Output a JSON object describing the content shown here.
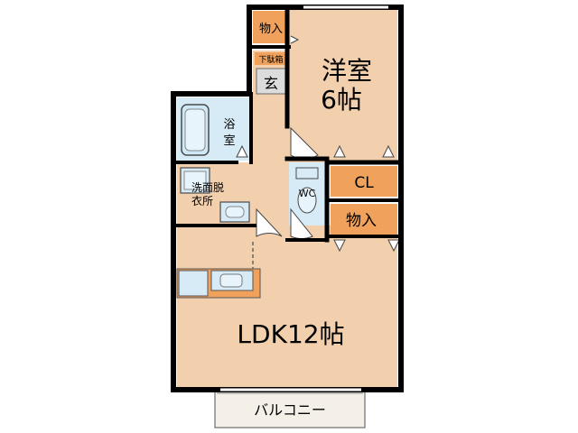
{
  "rooms": {
    "western": {
      "name": "洋室",
      "size": "6帖"
    },
    "storage_top": {
      "label": "物入"
    },
    "shoe_box": {
      "label": "下駄箱"
    },
    "genkan": {
      "label": "玄"
    },
    "bath": {
      "label_1": "浴",
      "label_2": "室"
    },
    "washroom": {
      "label_1": "洗面脱",
      "label_2": "衣所"
    },
    "wc": {
      "label": "WC"
    },
    "closet": {
      "label": "CL"
    },
    "storage_mid": {
      "label": "物入"
    },
    "ldk": {
      "label": "LDK12帖"
    },
    "balcony": {
      "label": "バルコニー"
    }
  },
  "colors": {
    "floor": "#f2cfad",
    "storage": "#f0a25c",
    "wet": "#d7ebf6",
    "wall": "#000000",
    "balcony": "#f4f0e8"
  }
}
